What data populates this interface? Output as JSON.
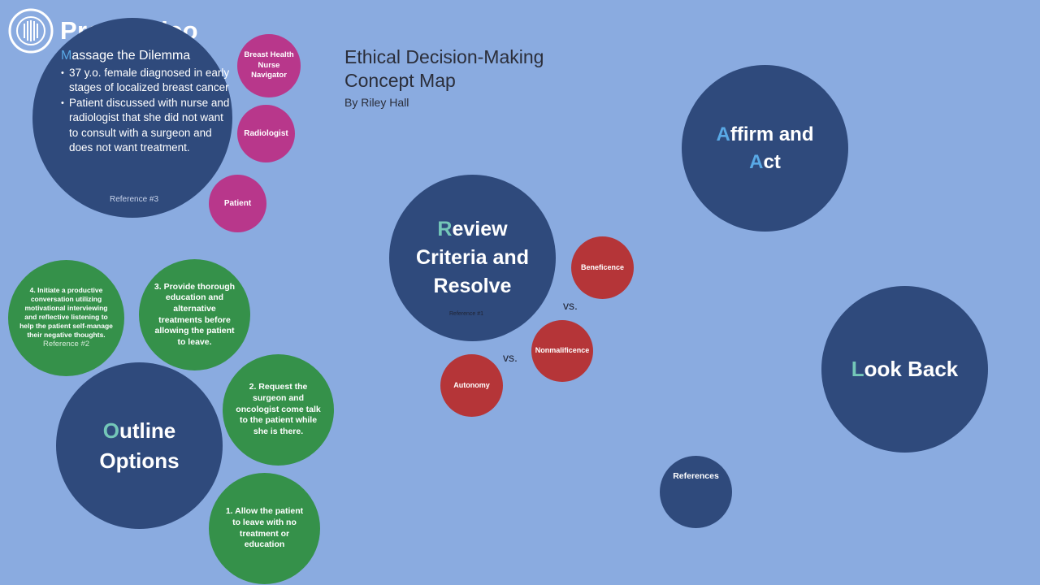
{
  "logo": {
    "text": "Prezi Video"
  },
  "title": {
    "line1": "Ethical Decision-Making",
    "line2": "Concept Map",
    "author": "By Riley Hall"
  },
  "dilemma": {
    "head_first": "M",
    "head_rest": "assage the Dilemma",
    "bullets": [
      "37 y.o. female diagnosed in early stages of localized breast cancer",
      "Patient discussed with nurse and radiologist that she did not want to consult with a surgeon and does not want treatment."
    ],
    "reference": "Reference #3"
  },
  "stakeholders": {
    "nurse": "Breast Health Nurse Navigator",
    "radiologist": "Radiologist",
    "patient": "Patient"
  },
  "outline": {
    "first": "O",
    "rest_line1": "utline",
    "line2": "Options"
  },
  "options": {
    "opt1": "1. Allow the patient to leave with no treatment or education",
    "opt2": "2. Request the surgeon and oncologist come talk to the patient while she is there.",
    "opt3": "3. Provide thorough education and alternative treatments before allowing the patient to leave.",
    "opt4": "4. Initiate a productive conversation utilizing motivational interviewing and reflective listening to help the patient self-manage their negative thoughts.",
    "opt4_ref": "Reference #2"
  },
  "review": {
    "first": "R",
    "rest_line1": "eview",
    "line2": "Criteria and",
    "line3": "Resolve",
    "reference": "Reference #1"
  },
  "principles": {
    "beneficence": "Beneficence",
    "nonmaleficence": "Nonmalificence",
    "autonomy": "Autonomy",
    "vs1": "vs.",
    "vs2": "vs."
  },
  "affirm": {
    "first1": "A",
    "rest1": "ffirm and",
    "first2": "A",
    "rest2": "ct"
  },
  "lookback": {
    "first": "L",
    "rest": "ook Back"
  },
  "references": {
    "label": "References"
  },
  "colors": {
    "background": "#8aabe0",
    "navy": "#2f4a7c",
    "magenta": "#b8378b",
    "green": "#35914a",
    "red": "#b53538"
  }
}
